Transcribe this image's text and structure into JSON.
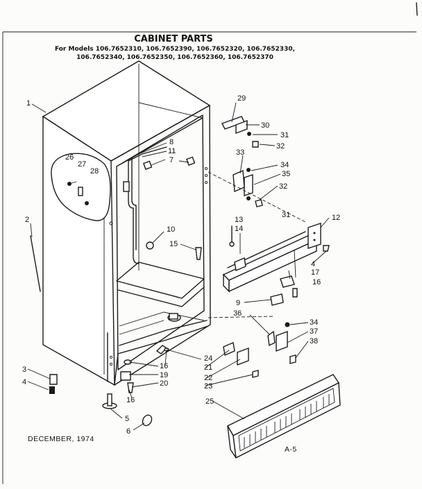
{
  "header": {
    "title": "CABINET PARTS",
    "models_line1": "For Models 106.7652310, 106.7652390, 106.7652320, 106.7652330,",
    "models_line2": "106.7652340, 106.7652350, 106.7652360, 106.7652370"
  },
  "footer": {
    "date": "DECEMBER, 1974",
    "page_code": "A-5"
  },
  "callouts": {
    "c1": "1",
    "c2": "2",
    "c3": "3",
    "c4": "4",
    "c5": "5",
    "c6": "6",
    "c7": "7",
    "c8": "8",
    "c9": "9",
    "c10": "10",
    "c11": "11",
    "c12": "12",
    "c13": "13",
    "c14": "14",
    "c15": "15",
    "c16a": "16",
    "c16b": "16",
    "c16c": "16",
    "c17": "17",
    "c19": "19",
    "c20": "20",
    "c21": "21",
    "c22": "22",
    "c23": "23",
    "c24": "24",
    "c25": "25",
    "c26": "26",
    "c27": "27",
    "c28": "28",
    "c29": "29",
    "c30": "30",
    "c31a": "31",
    "c31b": "31",
    "c32a": "32",
    "c32b": "32",
    "c33": "33",
    "c34a": "34",
    "c34b": "34",
    "c35": "35",
    "c36": "36",
    "c37": "37",
    "c38": "38",
    "c4b": "4"
  }
}
